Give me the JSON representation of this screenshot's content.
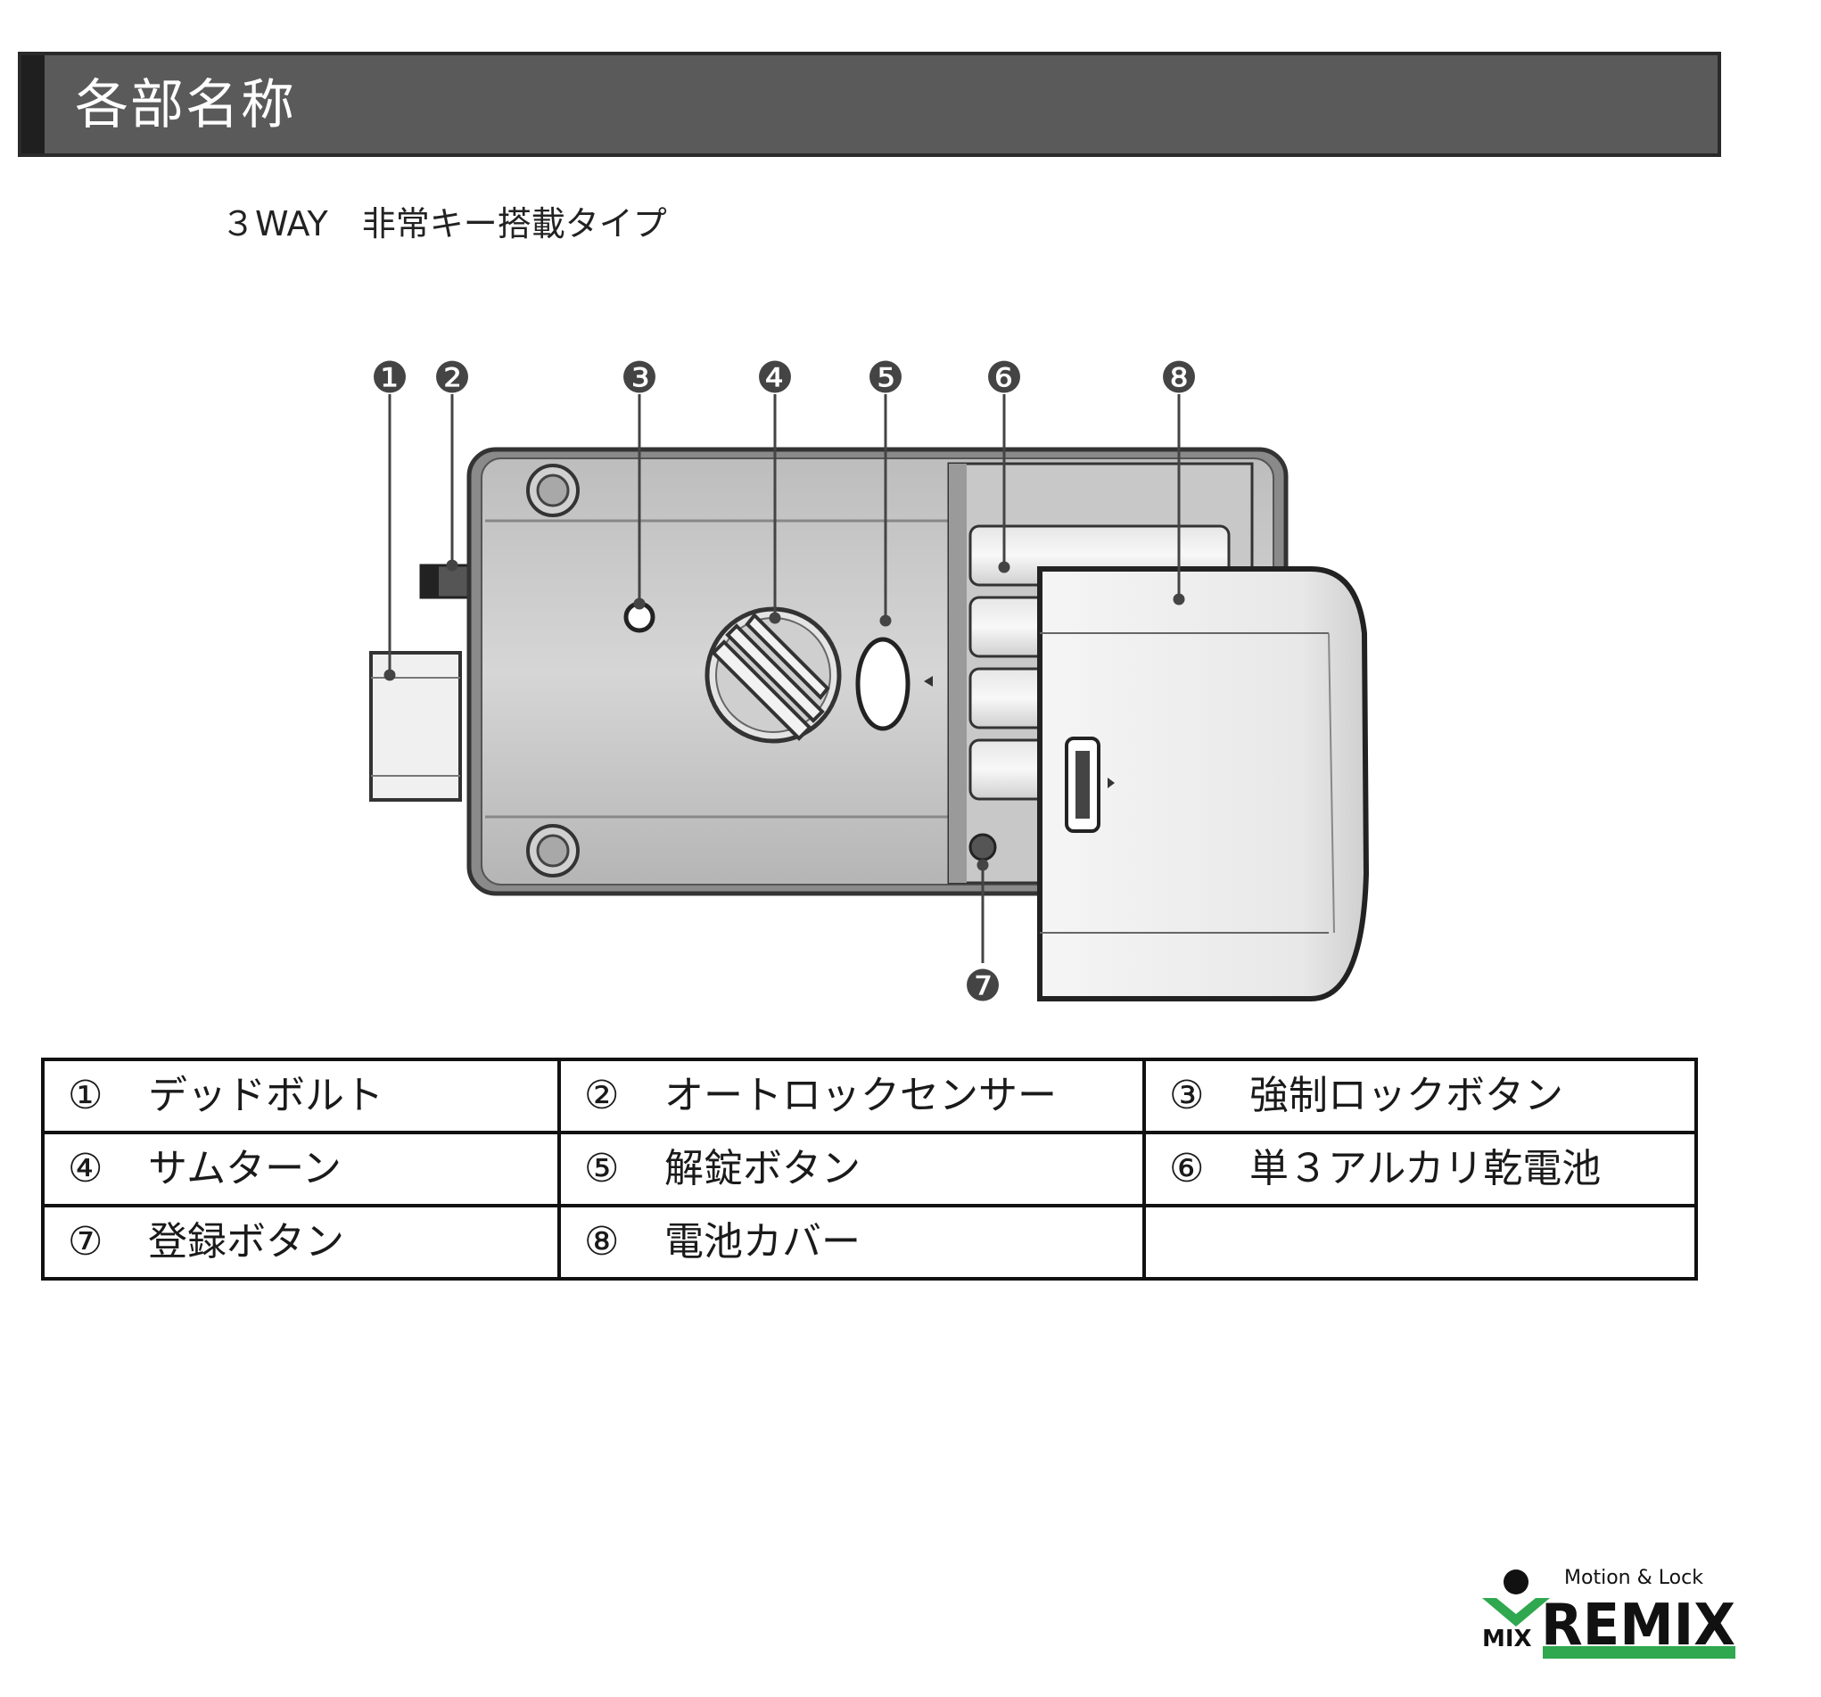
{
  "header": {
    "title": "各部名称"
  },
  "subtitle": "３WAY　非常キー搭載タイプ",
  "diagram": {
    "callouts": [
      "❶",
      "❷",
      "❸",
      "❹",
      "❺",
      "❻",
      "❽",
      "❼"
    ]
  },
  "parts_table": {
    "rows": [
      [
        {
          "num": "①",
          "label": "デッドボルト"
        },
        {
          "num": "②",
          "label": "オートロックセンサー"
        },
        {
          "num": "③",
          "label": "強制ロックボタン"
        }
      ],
      [
        {
          "num": "④",
          "label": "サムターン"
        },
        {
          "num": "⑤",
          "label": "解錠ボタン"
        },
        {
          "num": "⑥",
          "label": "単３アルカリ乾電池"
        }
      ],
      [
        {
          "num": "⑦",
          "label": "登録ボタン"
        },
        {
          "num": "⑧",
          "label": "電池カバー"
        },
        {
          "num": "",
          "label": ""
        }
      ]
    ]
  },
  "logo": {
    "tagline": "Motion & Lock",
    "brand": "REMIX",
    "prefix": "MIX"
  },
  "colors": {
    "header_bg": "#5a5a5a",
    "logo_green": "#2fa84f",
    "logo_black": "#111111"
  }
}
